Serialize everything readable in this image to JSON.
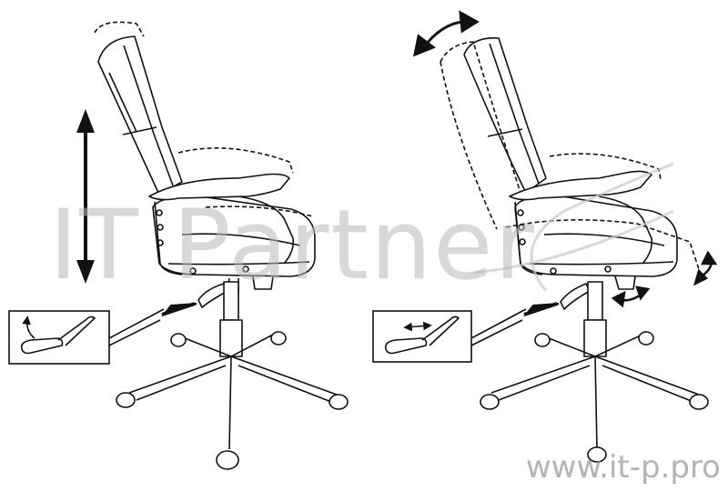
{
  "diagrams": [
    {
      "id": "height-adjustment"
    },
    {
      "id": "tilt-adjustment"
    }
  ],
  "watermark": {
    "brand": "IT Partner",
    "url": "www.it-p.pro"
  },
  "colors": {
    "line": "#111111",
    "watermark": "#b9b9b9"
  },
  "icons": [
    "up-down-arrow-icon",
    "curved-arrow-icon",
    "left-right-arrow-icon",
    "pointer-arrow-icon"
  ]
}
